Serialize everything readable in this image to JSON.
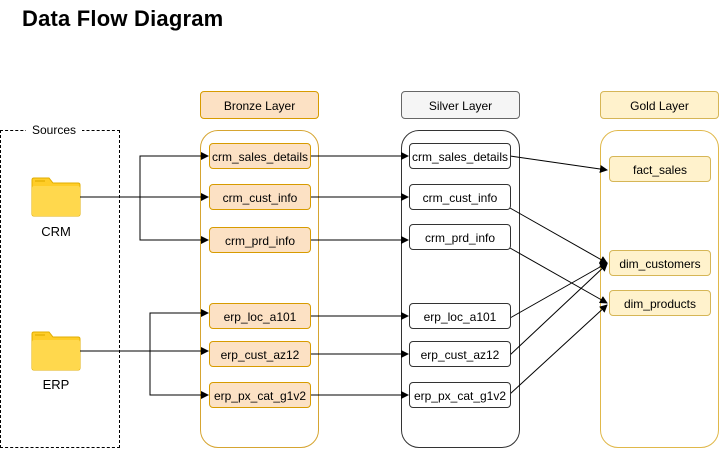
{
  "title": "Data Flow Diagram",
  "sources": {
    "label": "Sources",
    "items": [
      {
        "label": "CRM",
        "icon": "folder-icon"
      },
      {
        "label": "ERP",
        "icon": "folder-icon"
      }
    ]
  },
  "layers": {
    "bronze": {
      "label": "Bronze Layer",
      "tables": [
        "crm_sales_details",
        "crm_cust_info",
        "crm_prd_info",
        "erp_loc_a101",
        "erp_cust_az12",
        "erp_px_cat_g1v2"
      ]
    },
    "silver": {
      "label": "Silver Layer",
      "tables": [
        "crm_sales_details",
        "crm_cust_info",
        "crm_prd_info",
        "erp_loc_a101",
        "erp_cust_az12",
        "erp_px_cat_g1v2"
      ]
    },
    "gold": {
      "label": "Gold Layer",
      "tables": [
        "fact_sales",
        "dim_customers",
        "dim_products"
      ]
    }
  },
  "edges": [
    {
      "from": "CRM",
      "to": "bronze.crm_sales_details"
    },
    {
      "from": "CRM",
      "to": "bronze.crm_cust_info"
    },
    {
      "from": "CRM",
      "to": "bronze.crm_prd_info"
    },
    {
      "from": "ERP",
      "to": "bronze.erp_loc_a101"
    },
    {
      "from": "ERP",
      "to": "bronze.erp_cust_az12"
    },
    {
      "from": "ERP",
      "to": "bronze.erp_px_cat_g1v2"
    },
    {
      "from": "bronze.crm_sales_details",
      "to": "silver.crm_sales_details"
    },
    {
      "from": "bronze.crm_cust_info",
      "to": "silver.crm_cust_info"
    },
    {
      "from": "bronze.crm_prd_info",
      "to": "silver.crm_prd_info"
    },
    {
      "from": "bronze.erp_loc_a101",
      "to": "silver.erp_loc_a101"
    },
    {
      "from": "bronze.erp_cust_az12",
      "to": "silver.erp_cust_az12"
    },
    {
      "from": "bronze.erp_px_cat_g1v2",
      "to": "silver.erp_px_cat_g1v2"
    },
    {
      "from": "silver.crm_sales_details",
      "to": "gold.fact_sales"
    },
    {
      "from": "silver.crm_cust_info",
      "to": "gold.dim_customers"
    },
    {
      "from": "silver.crm_prd_info",
      "to": "gold.dim_products"
    },
    {
      "from": "silver.erp_loc_a101",
      "to": "gold.dim_customers"
    },
    {
      "from": "silver.erp_cust_az12",
      "to": "gold.dim_customers"
    },
    {
      "from": "silver.erp_px_cat_g1v2",
      "to": "gold.dim_products"
    }
  ],
  "colors": {
    "bronze_fill": "#fce1c4",
    "bronze_stroke": "#d79b00",
    "silver_fill": "#f5f5f5",
    "silver_stroke": "#666666",
    "gold_fill": "#fff2cc",
    "gold_stroke": "#d6b656",
    "folder": "#ffcd28"
  }
}
